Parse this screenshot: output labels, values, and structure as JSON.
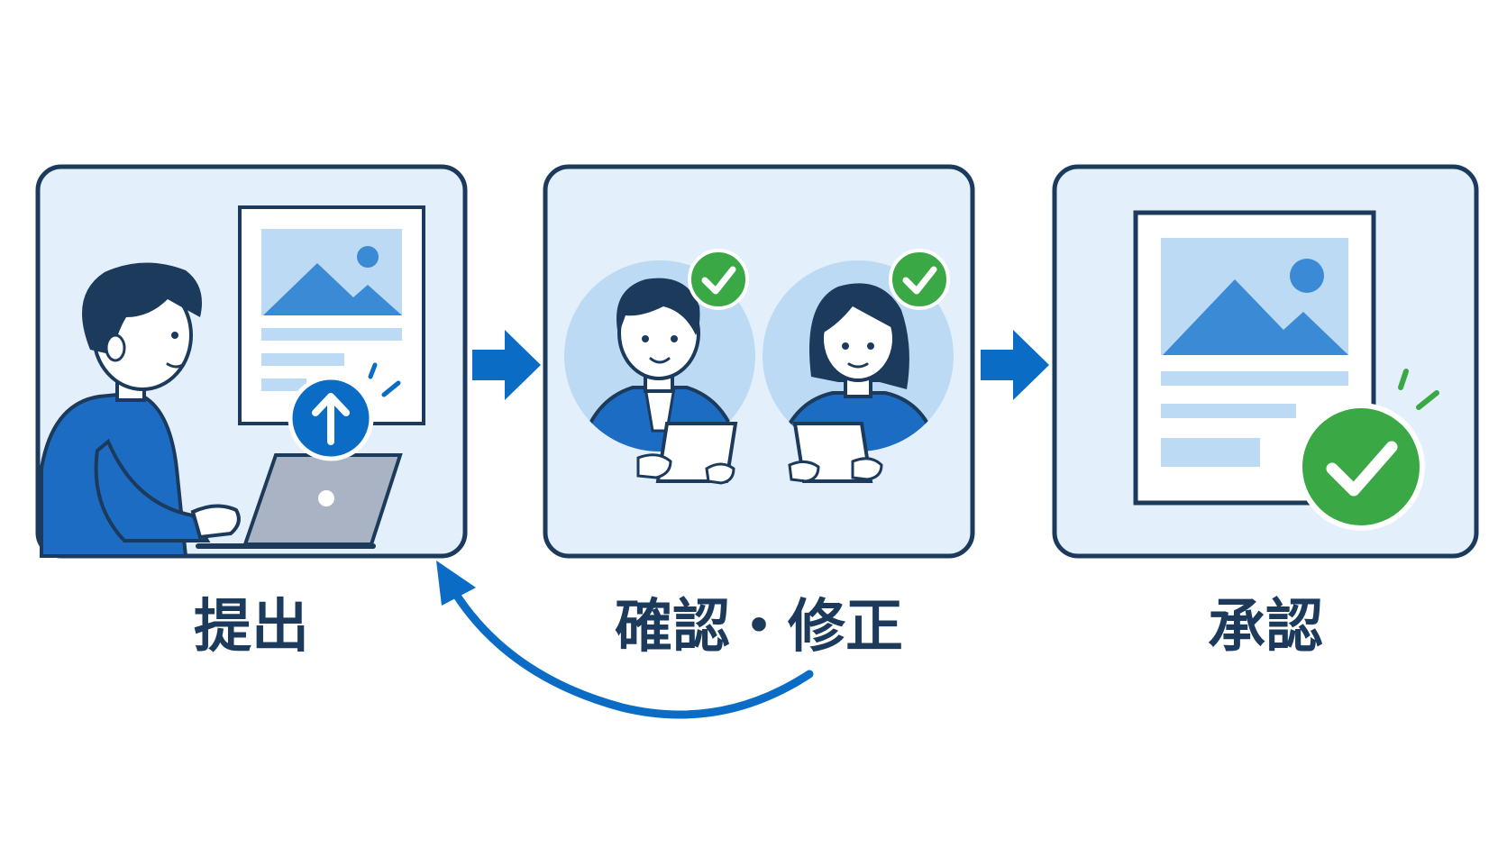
{
  "steps": [
    {
      "id": "submit",
      "label": "提出"
    },
    {
      "id": "review",
      "label": "確認・修正"
    },
    {
      "id": "approve",
      "label": "承認"
    }
  ],
  "connections": [
    {
      "from": "submit",
      "to": "review",
      "kind": "forward-arrow"
    },
    {
      "from": "review",
      "to": "approve",
      "kind": "forward-arrow"
    },
    {
      "from": "review",
      "to": "submit",
      "kind": "return-curved-arrow"
    }
  ],
  "icons": {
    "submit": [
      "person-icon",
      "laptop-icon",
      "upload-arrow-icon",
      "document-icon",
      "image-icon"
    ],
    "review": [
      "reviewer-man-icon",
      "reviewer-woman-icon",
      "check-badge-icon",
      "tablet-icon"
    ],
    "approve": [
      "document-icon",
      "image-icon",
      "approval-check-icon"
    ]
  },
  "colors": {
    "panel_fill": "#e3f0fb",
    "panel_border": "#1b3a5c",
    "accent_blue": "#0a6cc4",
    "light_blue": "#bcdaf3",
    "mid_blue": "#3a8ad6",
    "check_green": "#3aa845",
    "label_text": "#1b3a5c"
  }
}
